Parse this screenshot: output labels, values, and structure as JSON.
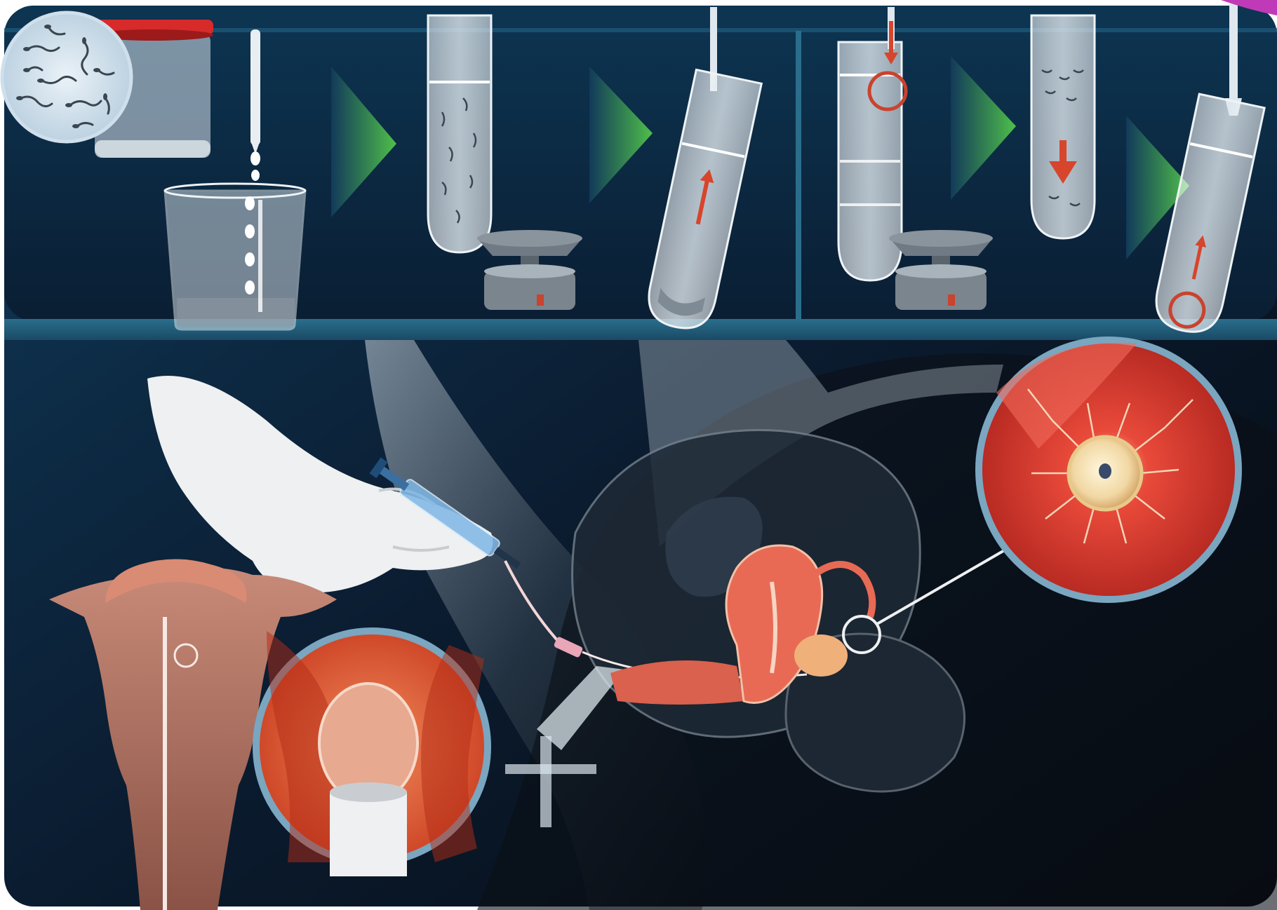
{
  "illustration": {
    "top_panel": {
      "steps_left": [
        {
          "name": "specimen-cup-with-magnified-sperm"
        },
        {
          "name": "dropper-adding-medium"
        },
        {
          "name": "centrifuge-tube"
        },
        {
          "name": "pipette-tube-with-pellet"
        }
      ],
      "steps_right": [
        {
          "name": "density-gradient-tube-with-arrow"
        },
        {
          "name": "centrifuge-tube-down-arrow"
        },
        {
          "name": "pipette-tube-with-circled-pellet"
        }
      ]
    },
    "bottom_panel": {
      "scene": "intrauterine-insemination",
      "insets": [
        "sperm-near-egg-magnified",
        "uterine-cavity-magnified"
      ]
    },
    "colors": {
      "background_dark": "#0c1a2e",
      "panel_navy": "#0f3252",
      "border_teal": "#2a6e8c",
      "arrow_green": "#4fbf4a",
      "accent_red": "#c9432e",
      "tissue_pink": "#e86a55",
      "inset_red": "#d9362b",
      "glove_white": "#eef0f2"
    }
  }
}
